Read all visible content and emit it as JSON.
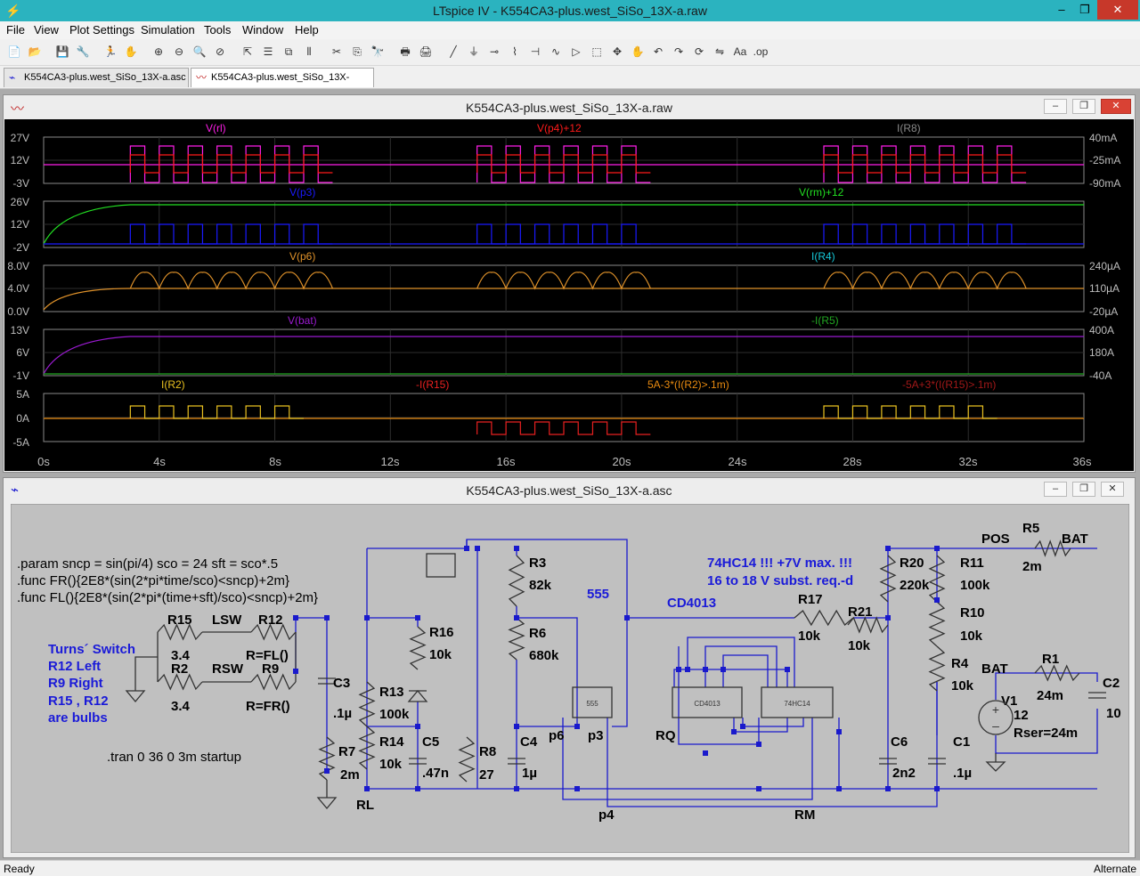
{
  "app": {
    "title": "LTspice IV - K554CA3-plus.west_SiSo_13X-a.raw",
    "window_controls": {
      "minimize": "–",
      "maximize": "❐",
      "close": "✕"
    }
  },
  "menu": [
    "File",
    "View",
    "Plot Settings",
    "Simulation",
    "Tools",
    "Window",
    "Help"
  ],
  "toolbar": {
    "icons": [
      "new-schematic-icon",
      "open-icon",
      "save-icon",
      "control-panel-icon",
      "run-icon",
      "halt-icon",
      "zoom-in-icon",
      "zoom-out-icon",
      "zoom-fit-icon",
      "zoom-cancel-icon",
      "autorange-icon",
      "tile-horizontal-icon",
      "cascade-icon",
      "tile-vertical-icon",
      "cut-icon",
      "copy-icon",
      "find-icon",
      "print-icon",
      "print-preview-icon",
      "wire-icon",
      "ground-icon",
      "label-icon",
      "resistor-icon",
      "capacitor-icon",
      "inductor-icon",
      "diode-icon",
      "component-icon",
      "move-icon",
      "drag-icon",
      "undo-icon",
      "redo-icon",
      "rotate-icon",
      "mirror-icon",
      "text-icon",
      "spice-directive-icon"
    ]
  },
  "tabs": [
    {
      "label": "K554CA3-plus.west_SiSo_13X-a.asc",
      "active": false
    },
    {
      "label": "K554CA3-plus.west_SiSo_13X-a.raw",
      "active": true
    }
  ],
  "waveform_window": {
    "title": "K554CA3-plus.west_SiSo_13X-a.raw",
    "panes": [
      {
        "traces": [
          {
            "label": "V(rl)",
            "color": "#ff1ee8"
          },
          {
            "label": "V(p4)+12",
            "color": "#ff1a1a"
          },
          {
            "label": "I(R8)",
            "color": "#8a8a8a"
          }
        ],
        "left_ticks": [
          "27V",
          "12V",
          "-3V"
        ],
        "right_ticks": [
          "40mA",
          "-25mA",
          "-90mA"
        ]
      },
      {
        "traces": [
          {
            "label": "V(p3)",
            "color": "#1a1aff"
          },
          {
            "label": "V(rm)+12",
            "color": "#22e022"
          }
        ],
        "left_ticks": [
          "26V",
          "12V",
          "-2V"
        ],
        "right_ticks": []
      },
      {
        "traces": [
          {
            "label": "V(p6)",
            "color": "#e0922a"
          },
          {
            "label": "I(R4)",
            "color": "#16c8d8"
          }
        ],
        "left_ticks": [
          "8.0V",
          "4.0V",
          "0.0V"
        ],
        "right_ticks": [
          "240µA",
          "110µA",
          "-20µA"
        ]
      },
      {
        "traces": [
          {
            "label": "V(bat)",
            "color": "#9a1ad0"
          },
          {
            "label": "-I(R5)",
            "color": "#22a822"
          }
        ],
        "left_ticks": [
          "13V",
          "6V",
          "-1V"
        ],
        "right_ticks": [
          "400A",
          "180A",
          "-40A"
        ]
      },
      {
        "traces": [
          {
            "label": "I(R2)",
            "color": "#e8c020"
          },
          {
            "label": "-I(R15)",
            "color": "#e82020"
          },
          {
            "label": "5A-3*(I(R2)>.1m)",
            "color": "#e88a10"
          },
          {
            "label": "-5A+3*(I(R15)>.1m)",
            "color": "#a01818"
          }
        ],
        "left_ticks": [
          "5A",
          "0A",
          "-5A"
        ],
        "right_ticks": []
      }
    ],
    "x_ticks": [
      "0s",
      "4s",
      "8s",
      "12s",
      "16s",
      "20s",
      "24s",
      "28s",
      "32s",
      "36s"
    ]
  },
  "schematic_window": {
    "title": "K554CA3-plus.west_SiSo_13X-a.asc",
    "directives": [
      ".param sncp = sin(pi/4) sco = 24 sft = sco*.5",
      ".func FR(){2E8*(sin(2*pi*time/sco)<sncp)+2m}",
      ".func FL(){2E8*(sin(2*pi*(time+sft)/sco)<sncp)+2m}",
      ".tran 0 36 0 3m startup"
    ],
    "comments": [
      "Turns´ Switch",
      "R12 Left",
      "R9 Right",
      "R15 , R12",
      "are bulbs",
      "74HC14 !!! +7V max. !!!",
      "16 to 18 V subst. req.-d",
      "555",
      "CD4013"
    ],
    "labels": {
      "R15": "R15",
      "R15_val": "3.4",
      "R2": "R2",
      "R2_val": "3.4",
      "LSW": "LSW",
      "RSW": "RSW",
      "R12": "R12",
      "R12_val": "R=FL()",
      "R9": "R9",
      "R9_val": "R=FR()",
      "C3": "C3",
      "C3_val": ".1µ",
      "R13": "R13",
      "R13_val": "100k",
      "R14": "R14",
      "R14_val": "10k",
      "R16": "R16",
      "R16_val": "10k",
      "C5": "C5",
      "C5_val": ".47n",
      "R7": "R7",
      "R7_val": "2m",
      "RL": "RL",
      "R8": "R8",
      "R8_val": "27",
      "R3": "R3",
      "R3_val": "82k",
      "R6": "R6",
      "R6_val": "680k",
      "C4": "C4",
      "C4_val": "1µ",
      "p6": "p6",
      "p3": "p3",
      "p4": "p4",
      "RQ": "RQ",
      "RM": "RM",
      "R17": "R17",
      "R17_val": "10k",
      "R21": "R21",
      "R21_val": "10k",
      "R20": "R20",
      "R20_val": "220k",
      "R11": "R11",
      "R11_val": "100k",
      "R10": "R10",
      "R10_val": "10k",
      "R4": "R4",
      "R4_val": "10k",
      "C6": "C6",
      "C6_val": "2n2",
      "C1": "C1",
      "C1_val": ".1µ",
      "POS": "POS",
      "R5": "R5",
      "R5_val": "2m",
      "BAT_net": "BAT",
      "BAT": "BAT",
      "R1": "R1",
      "R1_val": "24m",
      "V1": "V1",
      "V1_val": "12",
      "V1_rser": "Rser=24m",
      "C2": "C2",
      "C2_val": "10",
      "chip_555": "555",
      "chip_4013": "CD4013",
      "chip_hc14": "74HC14"
    }
  },
  "status": {
    "left": "Ready",
    "right": "Alternate"
  }
}
